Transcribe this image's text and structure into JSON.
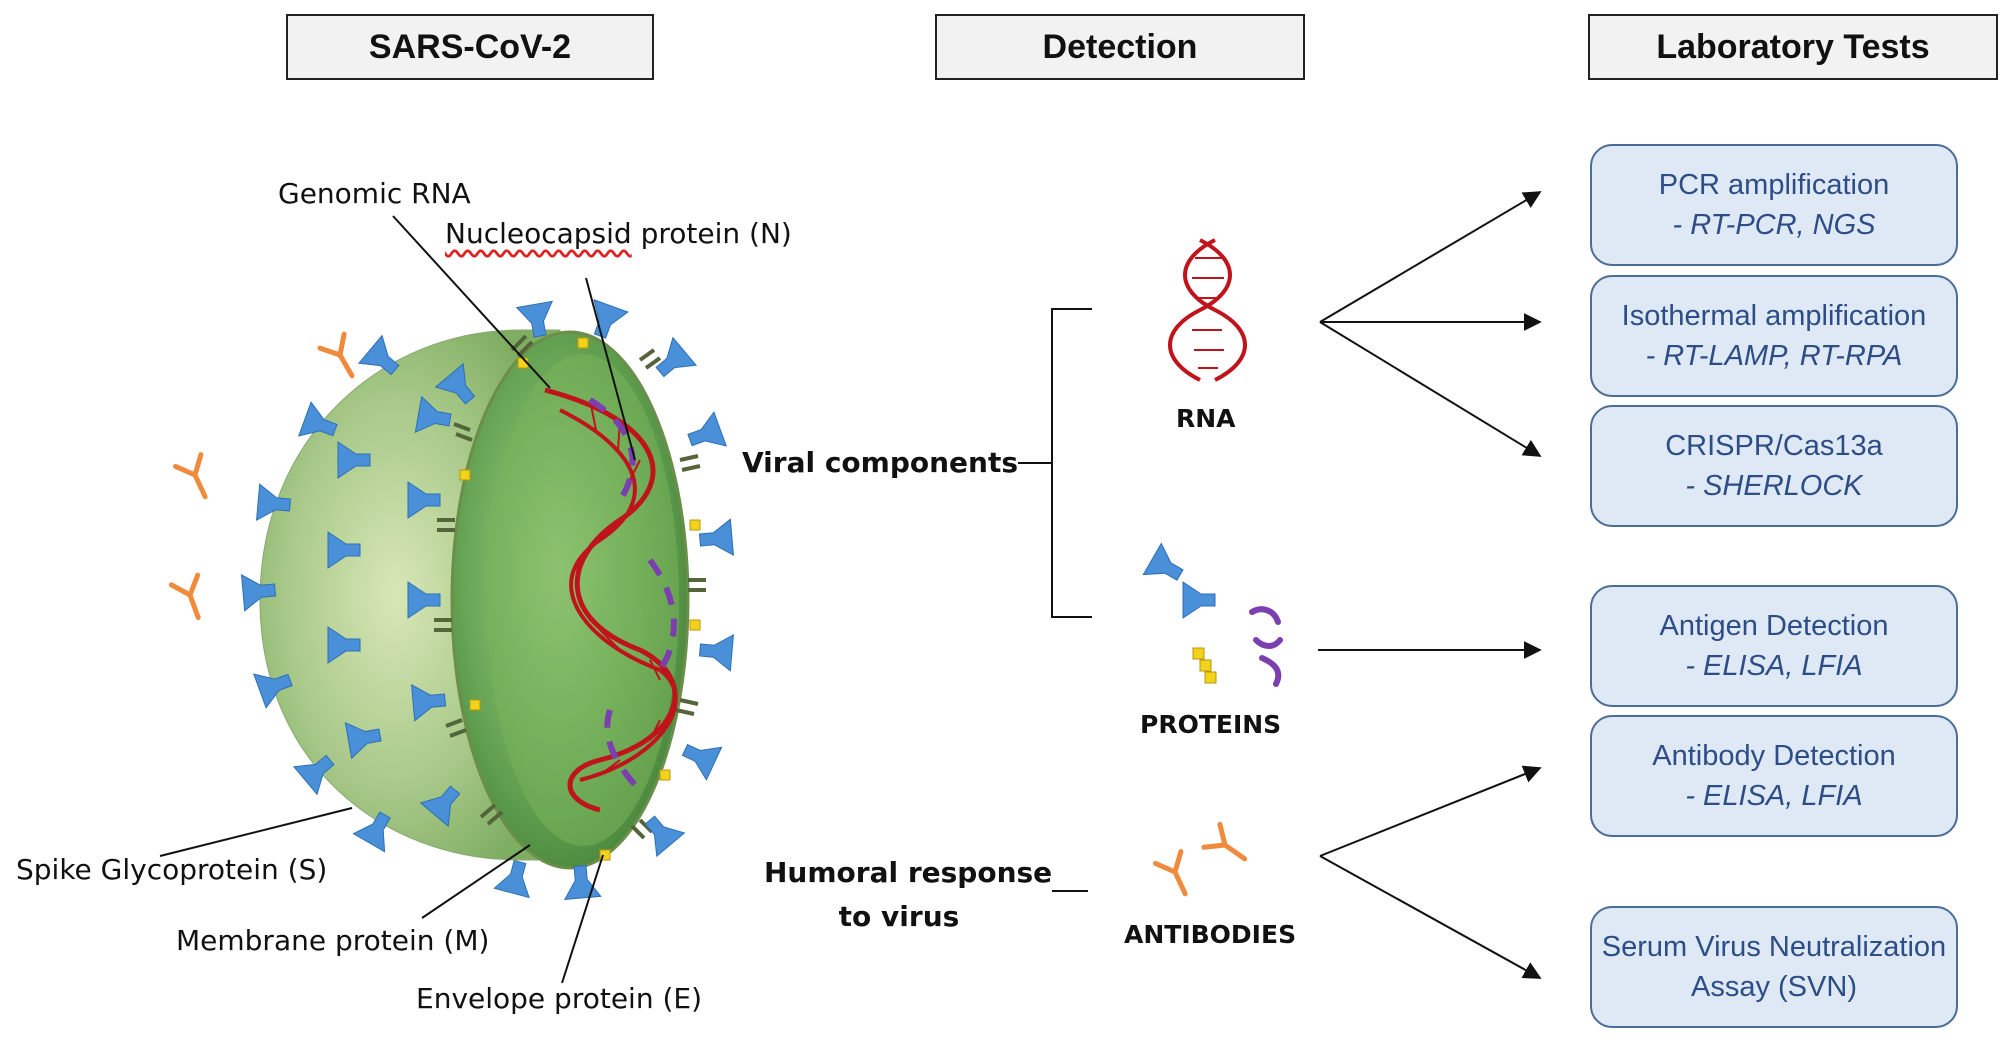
{
  "headers": {
    "virus": "SARS-CoV-2",
    "detection": "Detection",
    "lab_tests": "Laboratory Tests"
  },
  "virus_labels": {
    "genomic_rna": "Genomic RNA",
    "nucleocapsid_word": "Nucleocapsid",
    "nucleocapsid_rest": " protein (N)",
    "spike": "Spike Glycoprotein (S)",
    "membrane": "Membrane protein (M)",
    "envelope": "Envelope protein (E)"
  },
  "detection": {
    "viral_components": "Viral components",
    "humoral_line1": "Humoral response",
    "humoral_line2": "to virus",
    "rna": "RNA",
    "proteins": "PROTEINS",
    "antibodies": "ANTIBODIES"
  },
  "tests": [
    {
      "title": "PCR amplification",
      "methods": "- RT-PCR, NGS"
    },
    {
      "title": "Isothermal amplification",
      "methods": "- RT-LAMP, RT-RPA"
    },
    {
      "title": "CRISPR/Cas13a",
      "methods": "- SHERLOCK"
    },
    {
      "title": "Antigen Detection",
      "methods": "- ELISA, LFIA"
    },
    {
      "title": "Antibody Detection",
      "methods": "- ELISA, LFIA"
    },
    {
      "title": "Serum Virus Neutralization",
      "methods": "Assay (SVN)"
    }
  ],
  "colors": {
    "spike": "#4a90d9",
    "rna": "#c0141c",
    "nucleocapsid": "#7b3fb0",
    "antibody": "#f08a3c",
    "envelope": "#f2d21b",
    "membrane": "#55653a",
    "box_fill": "#dfe9f5",
    "box_border": "#4c6c98",
    "box_text": "#2c4d86"
  },
  "icons": [
    "virus-illustration",
    "rna-helix-icon",
    "protein-icon",
    "antibody-icon"
  ]
}
